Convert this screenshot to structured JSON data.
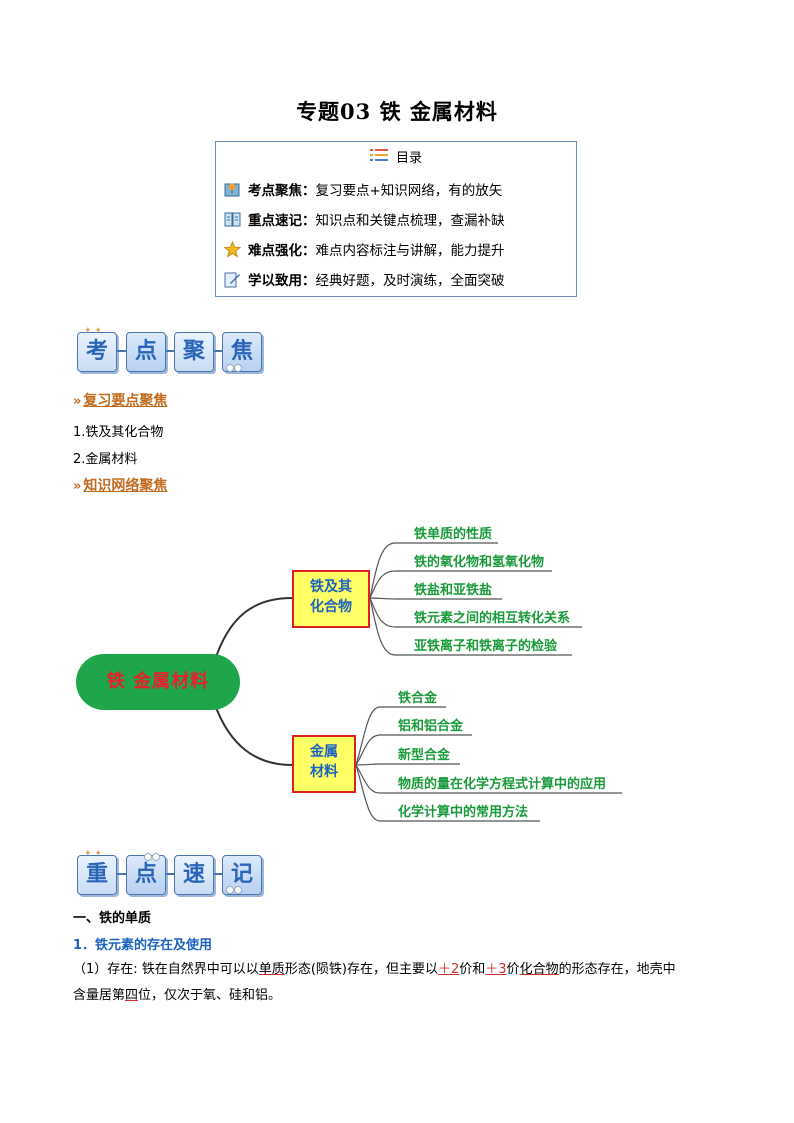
{
  "title": "专题03  铁    金属材料",
  "toc": {
    "heading": "目录",
    "rows": [
      {
        "icon": "map-icon",
        "label": "考点聚焦：",
        "text": "复习要点+知识网络，有的放矢"
      },
      {
        "icon": "book-icon",
        "label": "重点速记：",
        "text": "知识点和关键点梳理，查漏补缺"
      },
      {
        "icon": "star-icon",
        "label": "难点强化：",
        "text": "难点内容标注与讲解，能力提升"
      },
      {
        "icon": "pencil-note-icon",
        "label": "学以致用：",
        "text": "经典好题，及时演练，全面突破"
      }
    ]
  },
  "banner1": [
    "考",
    "点",
    "聚",
    "焦"
  ],
  "section1": {
    "review_title": "复习要点聚焦",
    "items": [
      "1.铁及其化合物",
      "2.金属材料"
    ],
    "network_title": "知识网络聚焦"
  },
  "mindmap": {
    "root": "铁  金属材料",
    "branch1": {
      "label_line1": "铁及其",
      "label_line2": "化合物",
      "leaves": [
        "铁单质的性质",
        "铁的氧化物和氢氧化物",
        "铁盐和亚铁盐",
        "铁元素之间的相互转化关系",
        "亚铁离子和铁离子的检验"
      ]
    },
    "branch2": {
      "label_line1": "金属",
      "label_line2": "材料",
      "leaves": [
        "铁合金",
        "铝和铝合金",
        "新型合金",
        "物质的量在化学方程式计算中的应用",
        "化学计算中的常用方法"
      ]
    }
  },
  "banner2": [
    "重",
    "点",
    "速",
    "记"
  ],
  "section2": {
    "heading": "一、铁的单质",
    "sub": "1．铁元素的存在及使用",
    "p1_a": "（1）存在: 铁在自然界中可以以",
    "p1_u1": "单质",
    "p1_b": "形态(陨铁)存在，但主要以",
    "p1_u2": "＋2",
    "p1_c": "价和",
    "p1_u3": "＋3",
    "p1_d": "价",
    "p1_u4": "化合物",
    "p1_e": "的形态存在，地壳中",
    "p2_a": "含量居第",
    "p2_u": "四",
    "p2_b": "位，仅次于氧、硅和铝。"
  }
}
